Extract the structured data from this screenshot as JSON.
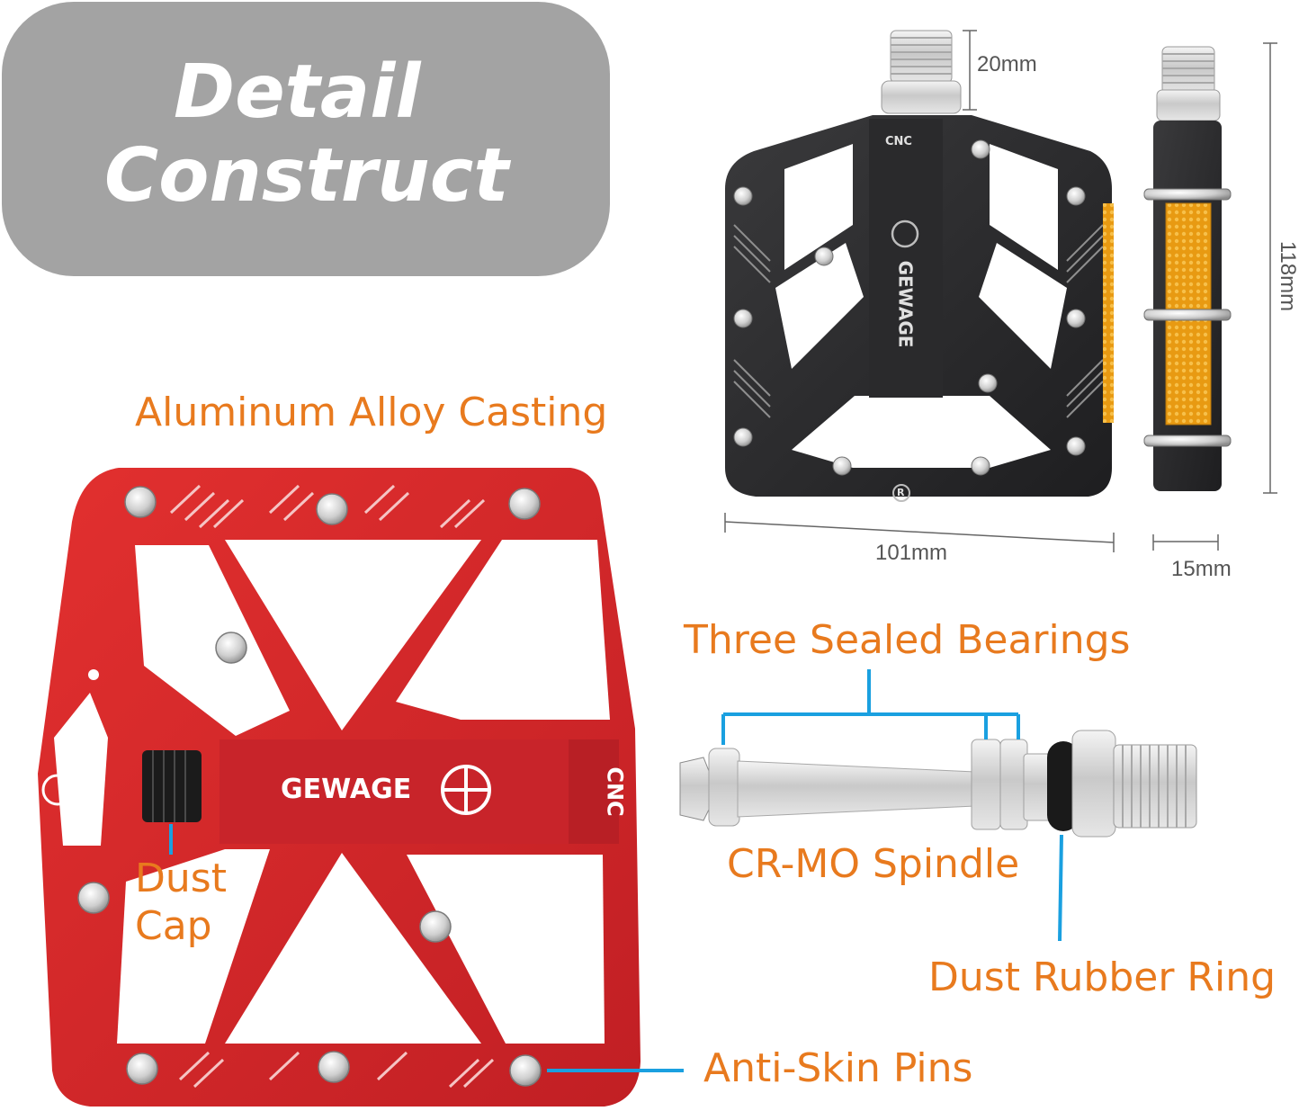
{
  "title": {
    "line1": "Detail",
    "line2": "Construct"
  },
  "dimensions": {
    "thread_length": "20mm",
    "height": "118mm",
    "width": "101mm",
    "thickness": "15mm"
  },
  "callouts": {
    "body": "Aluminum Alloy Casting",
    "bearings": "Three Sealed Bearings",
    "spindle": "CR-MO Spindle",
    "dust_cap_line1": "Dust",
    "dust_cap_line2": "Cap",
    "rubber_ring": "Dust Rubber Ring",
    "pins": "Anti-Skin Pins"
  },
  "product_markings": {
    "brand": "GEWAGE",
    "cnc": "CNC",
    "registered": "R"
  },
  "colors": {
    "accent_orange": "#e87a1e",
    "leader_blue": "#1aa0e0",
    "pedal_red": "#d22a2c",
    "pedal_black": "#2c2c2e",
    "reflector": "#e89a12"
  }
}
